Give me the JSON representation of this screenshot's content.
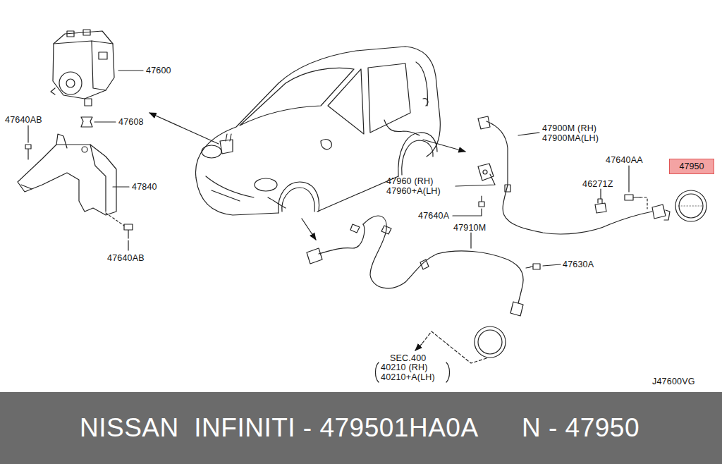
{
  "diagram": {
    "nodes": [
      {
        "text": [
          "47950"
        ]
      },
      {
        "text": [
          "NISSAN  INFINITI - 479501HA0A",
          "N - 47950"
        ]
      }
    ],
    "labels": [
      "47600",
      "47640AB",
      "47608",
      "47840",
      "47640AB",
      "47960 (RH)",
      "47960+A(LH)",
      "47640A",
      "47910M",
      "47900M (RH)",
      "47900MA(LH)",
      "47640AA",
      "46271Z",
      "47630A",
      "SEC.400",
      "40210 (RH)",
      "40210+A(LH)",
      "J47600VG"
    ]
  }
}
